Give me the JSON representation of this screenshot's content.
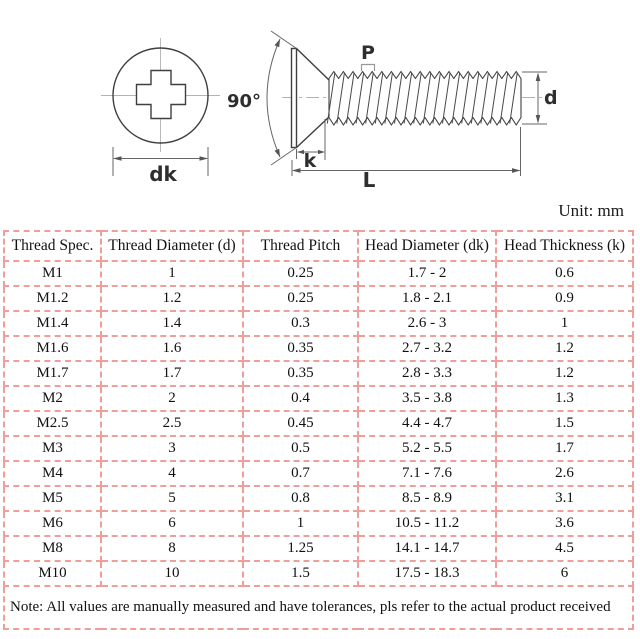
{
  "unit_label": "Unit: mm",
  "diagram": {
    "labels": {
      "head_diameter": "dk",
      "angle": "90°",
      "pitch": "P",
      "shank_diameter": "d",
      "head_thickness": "k",
      "length": "L"
    }
  },
  "table": {
    "headers": [
      "Thread Spec.",
      "Thread Diameter (d)",
      "Thread Pitch",
      "Head Diameter (dk)",
      "Head Thickness (k)"
    ],
    "rows": [
      [
        "M1",
        "1",
        "0.25",
        "1.7 - 2",
        "0.6"
      ],
      [
        "M1.2",
        "1.2",
        "0.25",
        "1.8 - 2.1",
        "0.9"
      ],
      [
        "M1.4",
        "1.4",
        "0.3",
        "2.6 - 3",
        "1"
      ],
      [
        "M1.6",
        "1.6",
        "0.35",
        "2.7 - 3.2",
        "1.2"
      ],
      [
        "M1.7",
        "1.7",
        "0.35",
        "2.8 - 3.3",
        "1.2"
      ],
      [
        "M2",
        "2",
        "0.4",
        "3.5 - 3.8",
        "1.3"
      ],
      [
        "M2.5",
        "2.5",
        "0.45",
        "4.4 - 4.7",
        "1.5"
      ],
      [
        "M3",
        "3",
        "0.5",
        "5.2 - 5.5",
        "1.7"
      ],
      [
        "M4",
        "4",
        "0.7",
        "7.1 - 7.6",
        "2.6"
      ],
      [
        "M5",
        "5",
        "0.8",
        "8.5 - 8.9",
        "3.1"
      ],
      [
        "M6",
        "6",
        "1",
        "10.5 - 11.2",
        "3.6"
      ],
      [
        "M8",
        "8",
        "1.25",
        "14.1 - 14.7",
        "4.5"
      ],
      [
        "M10",
        "10",
        "1.5",
        "17.5 - 18.3",
        "6"
      ]
    ],
    "note": "Note: All values are manually measured and have tolerances, pls refer to the actual product received"
  },
  "colors": {
    "table_border": "#ef9f99",
    "drawing_line": "#3f3f3f",
    "dimension_line": "#666666",
    "centerline": "#aaaaaa"
  }
}
